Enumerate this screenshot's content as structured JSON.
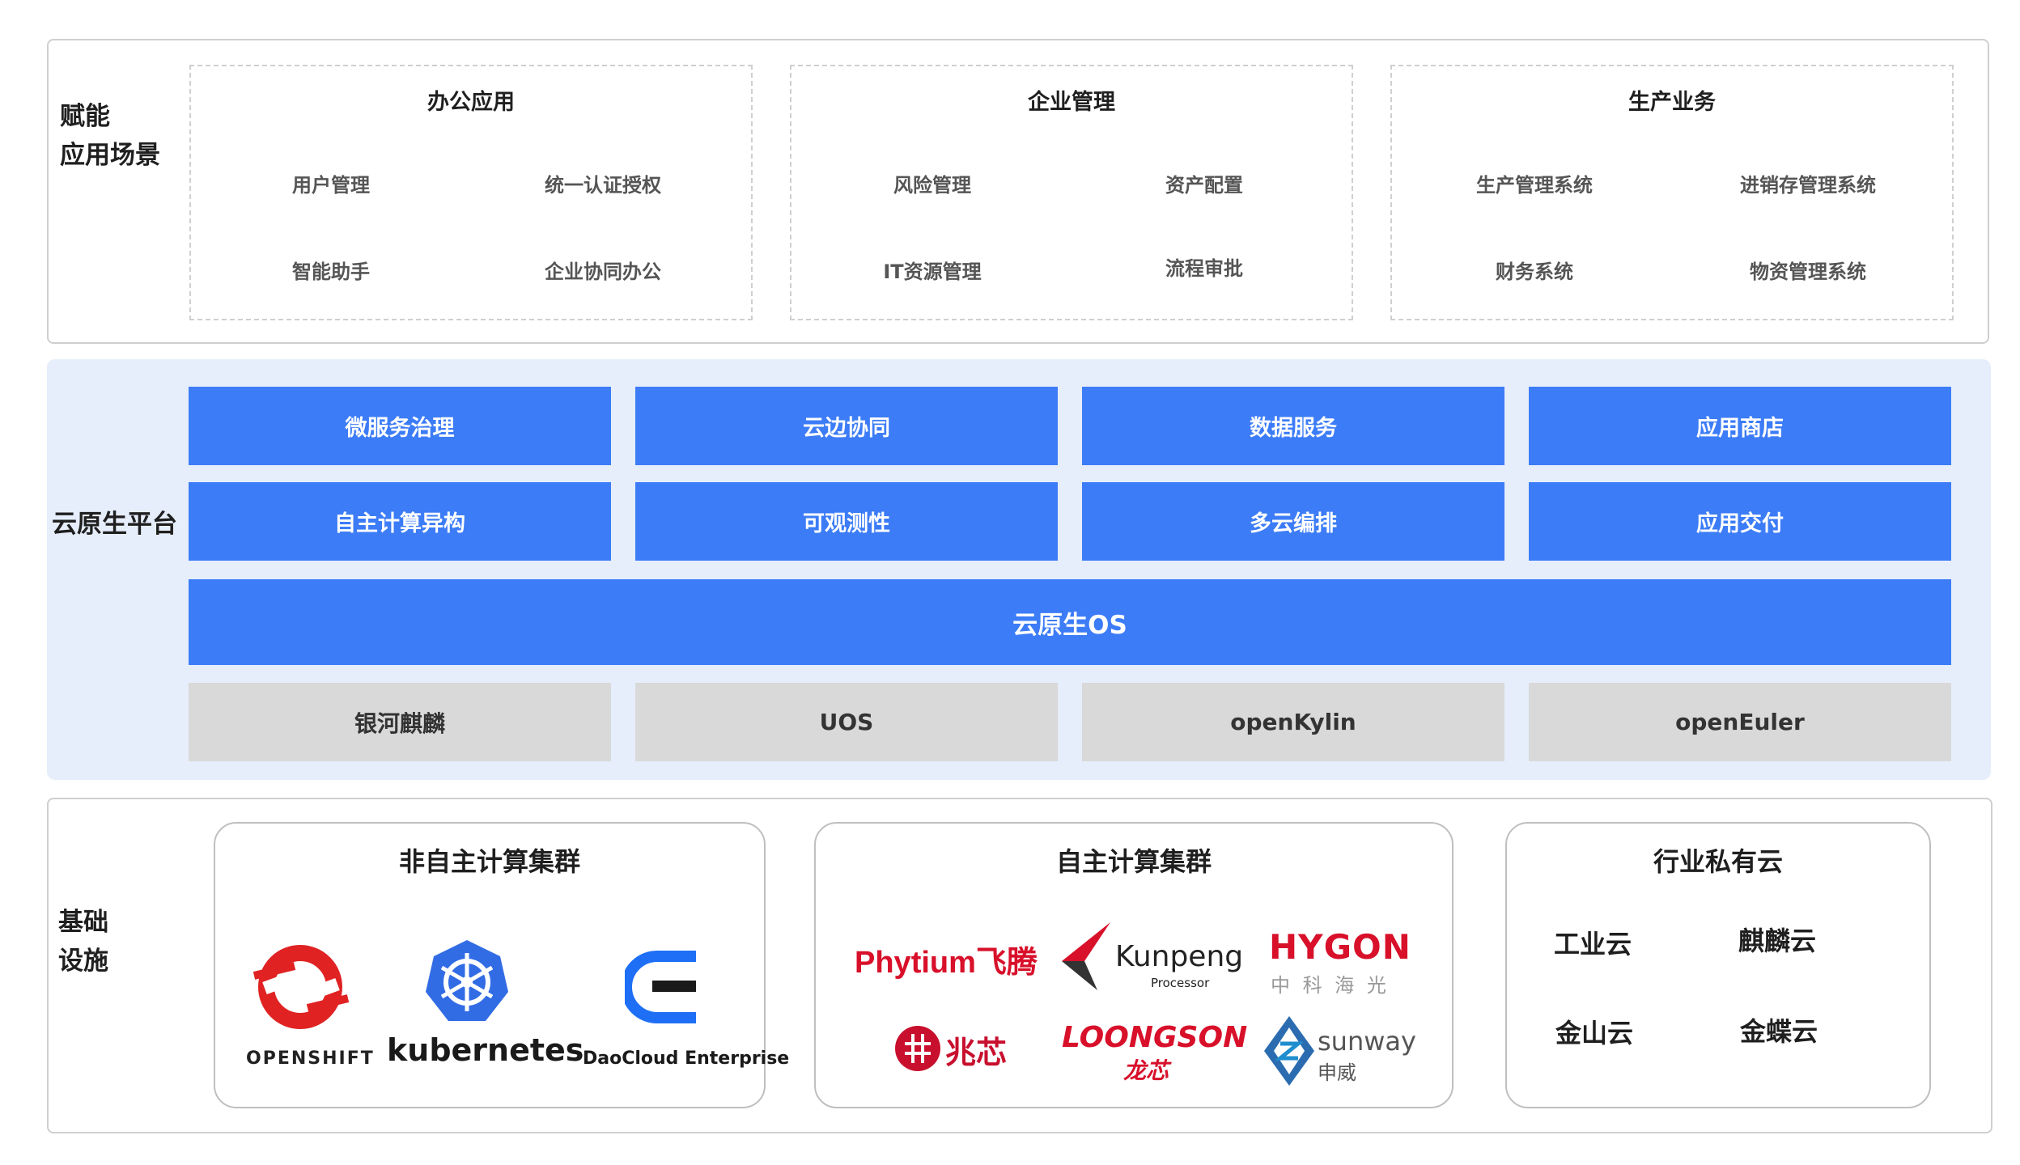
{
  "scenarios": {
    "label_line1": "赋能",
    "label_line2": "应用场景",
    "cards": [
      {
        "title": "办公应用",
        "items": [
          "用户管理",
          "统一认证授权",
          "智能助手",
          "企业协同办公"
        ]
      },
      {
        "title": "企业管理",
        "items": [
          "风险管理",
          "资产配置",
          "IT资源管理",
          "流程审批"
        ]
      },
      {
        "title": "生产业务",
        "items": [
          "生产管理系统",
          "进销存管理系统",
          "财务系统",
          "物资管理系统"
        ]
      }
    ]
  },
  "platform": {
    "label": "云原生平台",
    "row1": [
      "微服务治理",
      "云边协同",
      "数据服务",
      "应用商店"
    ],
    "row2": [
      "自主计算异构",
      "可观测性",
      "多云编排",
      "应用交付"
    ],
    "os": "云原生OS",
    "distros": [
      "银河麒麟",
      "UOS",
      "openKylin",
      "openEuler"
    ],
    "colors": {
      "accent": "#3c7cf7",
      "panel": "#e6eefb",
      "distro_bg": "#d9d9d9"
    }
  },
  "infra": {
    "label_line1": "基础",
    "label_line2": "设施",
    "non_autonomous": {
      "title": "非自主计算集群",
      "logos": [
        {
          "icon": "openshift-logo",
          "text": "OPENSHIFT"
        },
        {
          "icon": "kubernetes-logo",
          "text": "kubernetes"
        },
        {
          "icon": "daocloud-logo",
          "text": "DaoCloud Enterprise"
        }
      ]
    },
    "autonomous": {
      "title": "自主计算集群",
      "logos": {
        "phytium": "Phytium飞腾",
        "kunpeng": "Kunpeng",
        "kunpeng_sub": "Processor",
        "hygon": "HYGON",
        "hygon_sub": "中 科 海 光",
        "zhaoxin": "兆芯",
        "loongson": "LOONGSON",
        "loongson_sub": "龙芯",
        "sunway": "sunway",
        "sunway_sub": "申威"
      }
    },
    "private_cloud": {
      "title": "行业私有云",
      "items": [
        "工业云",
        "麒麟云",
        "金山云",
        "金蝶云"
      ]
    }
  }
}
